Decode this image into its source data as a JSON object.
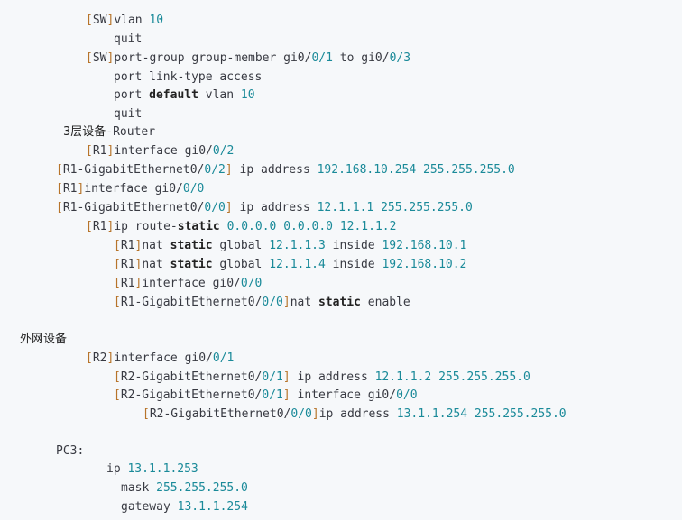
{
  "code_lines": [
    [
      [
        "p",
        "["
      ],
      [
        "",
        "SW"
      ],
      [
        "p",
        "]"
      ],
      [
        "",
        "vlan "
      ],
      [
        "n",
        "10"
      ]
    ],
    [
      [
        "",
        "quit"
      ]
    ],
    [
      [
        "p",
        "["
      ],
      [
        "",
        "SW"
      ],
      [
        "p",
        "]"
      ],
      [
        "",
        "port-group group-member gi0/"
      ],
      [
        "n",
        "0/1"
      ],
      [
        "",
        " to gi0/"
      ],
      [
        "n",
        "0/3"
      ]
    ],
    [
      [
        "",
        "port link-type access"
      ]
    ],
    [
      [
        "",
        "port "
      ],
      [
        "k",
        "default"
      ],
      [
        "",
        " vlan "
      ],
      [
        "n",
        "10"
      ]
    ],
    [
      [
        "",
        "quit"
      ]
    ],
    [
      [
        "cn",
        "3层设备"
      ],
      [
        "",
        "-Router"
      ]
    ],
    [
      [
        "p",
        "["
      ],
      [
        "",
        "R1"
      ],
      [
        "p",
        "]"
      ],
      [
        "",
        "interface gi0/"
      ],
      [
        "n",
        "0/2"
      ]
    ],
    [
      [
        "p",
        "["
      ],
      [
        "",
        "R1-GigabitEthernet0/"
      ],
      [
        "n",
        "0/2"
      ],
      [
        "p",
        "]"
      ],
      [
        "",
        " ip address "
      ],
      [
        "n",
        "192.168.10.254"
      ],
      [
        "",
        " "
      ],
      [
        "n",
        "255.255.255.0"
      ]
    ],
    [
      [
        "p",
        "["
      ],
      [
        "",
        "R1"
      ],
      [
        "p",
        "]"
      ],
      [
        "",
        "interface gi0/"
      ],
      [
        "n",
        "0/0"
      ]
    ],
    [
      [
        "p",
        "["
      ],
      [
        "",
        "R1-GigabitEthernet0/"
      ],
      [
        "n",
        "0/0"
      ],
      [
        "p",
        "]"
      ],
      [
        "",
        " ip address "
      ],
      [
        "n",
        "12.1.1.1"
      ],
      [
        "",
        " "
      ],
      [
        "n",
        "255.255.255.0"
      ]
    ],
    [
      [
        "p",
        "["
      ],
      [
        "",
        "R1"
      ],
      [
        "p",
        "]"
      ],
      [
        "",
        "ip route-"
      ],
      [
        "k",
        "static"
      ],
      [
        "",
        " "
      ],
      [
        "n",
        "0.0.0.0"
      ],
      [
        "",
        " "
      ],
      [
        "n",
        "0.0.0.0"
      ],
      [
        "",
        " "
      ],
      [
        "n",
        "12.1.1.2"
      ]
    ],
    [
      [
        "p",
        "["
      ],
      [
        "",
        "R1"
      ],
      [
        "p",
        "]"
      ],
      [
        "",
        "nat "
      ],
      [
        "k",
        "static"
      ],
      [
        "",
        " global "
      ],
      [
        "n",
        "12.1.1.3"
      ],
      [
        "",
        " inside "
      ],
      [
        "n",
        "192.168.10.1"
      ]
    ],
    [
      [
        "p",
        "["
      ],
      [
        "",
        "R1"
      ],
      [
        "p",
        "]"
      ],
      [
        "",
        "nat "
      ],
      [
        "k",
        "static"
      ],
      [
        "",
        " global "
      ],
      [
        "n",
        "12.1.1.4"
      ],
      [
        "",
        " inside "
      ],
      [
        "n",
        "192.168.10.2"
      ]
    ],
    [
      [
        "p",
        "["
      ],
      [
        "",
        "R1"
      ],
      [
        "p",
        "]"
      ],
      [
        "",
        "interface gi0/"
      ],
      [
        "n",
        "0/0"
      ]
    ],
    [
      [
        "p",
        "["
      ],
      [
        "",
        "R1-GigabitEthernet0/"
      ],
      [
        "n",
        "0/0"
      ],
      [
        "p",
        "]"
      ],
      [
        "",
        "nat "
      ],
      [
        "k",
        "static"
      ],
      [
        "",
        " enable"
      ]
    ],
    [],
    [
      [
        "cn",
        "外网设备"
      ]
    ],
    [
      [
        "p",
        "["
      ],
      [
        "",
        "R2"
      ],
      [
        "p",
        "]"
      ],
      [
        "",
        "interface gi0/"
      ],
      [
        "n",
        "0/1"
      ]
    ],
    [
      [
        "p",
        "["
      ],
      [
        "",
        "R2-GigabitEthernet0/"
      ],
      [
        "n",
        "0/1"
      ],
      [
        "p",
        "]"
      ],
      [
        "",
        " ip address "
      ],
      [
        "n",
        "12.1.1.2"
      ],
      [
        "",
        " "
      ],
      [
        "n",
        "255.255.255.0"
      ]
    ],
    [
      [
        "p",
        "["
      ],
      [
        "",
        "R2-GigabitEthernet0/"
      ],
      [
        "n",
        "0/1"
      ],
      [
        "p",
        "]"
      ],
      [
        "",
        " interface gi0/"
      ],
      [
        "n",
        "0/0"
      ]
    ],
    [
      [
        "p",
        "["
      ],
      [
        "",
        "R2-GigabitEthernet0/"
      ],
      [
        "n",
        "0/0"
      ],
      [
        "p",
        "]"
      ],
      [
        "",
        "ip address "
      ],
      [
        "n",
        "13.1.1.254"
      ],
      [
        "",
        " "
      ],
      [
        "n",
        "255.255.255.0"
      ]
    ],
    [],
    [
      [
        "",
        "PC3:"
      ]
    ],
    [
      [
        "",
        "ip "
      ],
      [
        "n",
        "13.1.1.253"
      ]
    ],
    [
      [
        "",
        "mask "
      ],
      [
        "n",
        "255.255.255.0"
      ]
    ],
    [
      [
        "",
        "gateway "
      ],
      [
        "n",
        "13.1.1.254"
      ]
    ]
  ],
  "colors": {
    "bracket": "#b7742a",
    "number": "#1a8a99",
    "background": "#f6f8fa"
  }
}
